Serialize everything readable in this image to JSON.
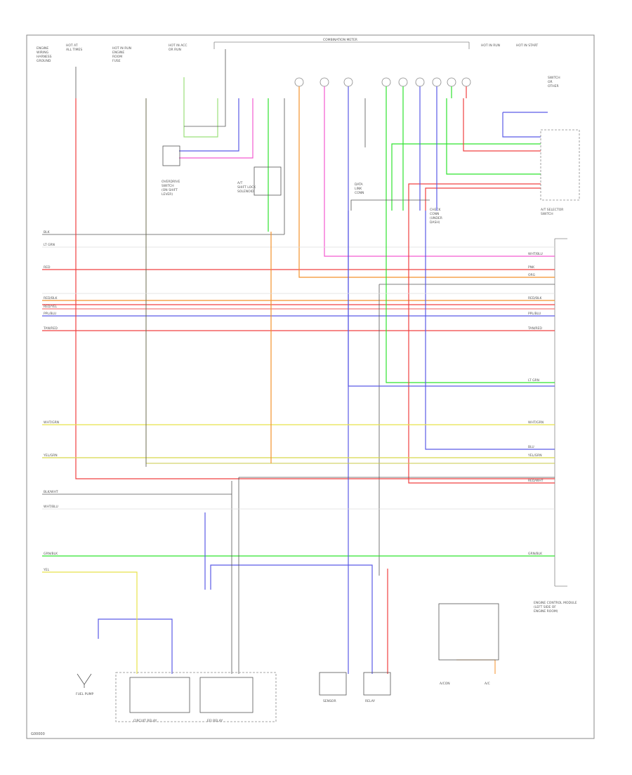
{
  "diagram": {
    "footer_code": "G00000",
    "top_connector_label": "COMBINATION METER",
    "module_label": "ENGINE CONTROL MODULE",
    "colors": {
      "frame": "#777777",
      "black": "#555555",
      "red": "#f04040",
      "pink": "#f45ad0",
      "orange": "#f4912b",
      "blue": "#5a5ae6",
      "green": "#2fe32f",
      "yellow": "#e8e24a",
      "lightgreen": "#9be07a",
      "gray": "#9a9a9a"
    },
    "wire_labels": {
      "tan_red": "TAN/RED",
      "red_blk": "RED/BLK",
      "red_yel": "RED/YEL",
      "prn_blu": "PPL/BLU",
      "yel_grn": "YEL/GRN",
      "lt_grn": "LT GRN",
      "blk_wht": "BLK/WHT",
      "org": "ORG",
      "pnk": "PNK",
      "wht_blu": "WHT/BLU",
      "wht_grn": "WHT/GRN",
      "yel": "YEL",
      "blu": "BLU",
      "grn_blk": "GRN/BLK",
      "red_wht": "RED/WHT"
    },
    "bottom_components": {
      "fuel_pump": "FUEL PUMP",
      "relay_1": "CIRCUIT RELAY",
      "relay_2": "EFI RELAY",
      "sensor": "SENSOR",
      "module": "RELAY",
      "acc_vent": "A/CON",
      "acc_vent2": "A/C"
    }
  }
}
